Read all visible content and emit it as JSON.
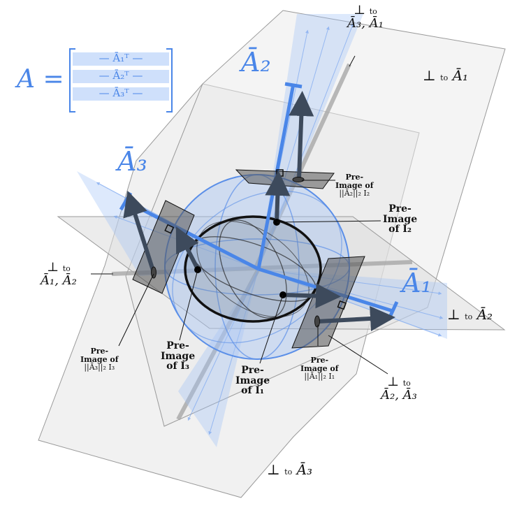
{
  "matrix": {
    "lhs": "A =",
    "rows": [
      "—   Ā₁ᵀ   —",
      "—   Ā₂ᵀ   —",
      "—   Ā₃ᵀ   —"
    ]
  },
  "vectors": {
    "a1": "Ā₁",
    "a2": "Ā₂",
    "a3": "Ā₃"
  },
  "planes": {
    "perp_a1": {
      "sym": "⊥",
      "to": "to",
      "vec": "Ā₁"
    },
    "perp_a2": {
      "sym": "⊥",
      "to": "to",
      "vec": "Ā₂"
    },
    "perp_a3": {
      "sym": "⊥",
      "to": "to",
      "vec": "Ā₃"
    },
    "perp_a3_a1": {
      "sym": "⊥",
      "to": "to",
      "vec": "Ā₃, Ā₁"
    },
    "perp_a1_a2": {
      "sym": "⊥",
      "to": "to",
      "vec": "Ā₁, Ā₂"
    },
    "perp_a2_a3": {
      "sym": "⊥",
      "to": "to",
      "vec": "Ā₂, Ā₃"
    }
  },
  "preimages": {
    "i1": {
      "l1": "Pre-",
      "l2": "Image",
      "l3": "of I₁"
    },
    "i2": {
      "l1": "Pre-",
      "l2": "Image",
      "l3": "of I₂"
    },
    "i3": {
      "l1": "Pre-",
      "l2": "Image",
      "l3": "of I₃"
    },
    "scaled1": {
      "l1": "Pre-",
      "l2": "Image of",
      "l3": "||Ā₁||₂ I₁"
    },
    "scaled2": {
      "l1": "Pre-",
      "l2": "Image of",
      "l3": "||Ā₂||₂ I₂"
    },
    "scaled3": {
      "l1": "Pre-",
      "l2": "Image of",
      "l3": "||Ā₃||₂ I₃"
    }
  }
}
